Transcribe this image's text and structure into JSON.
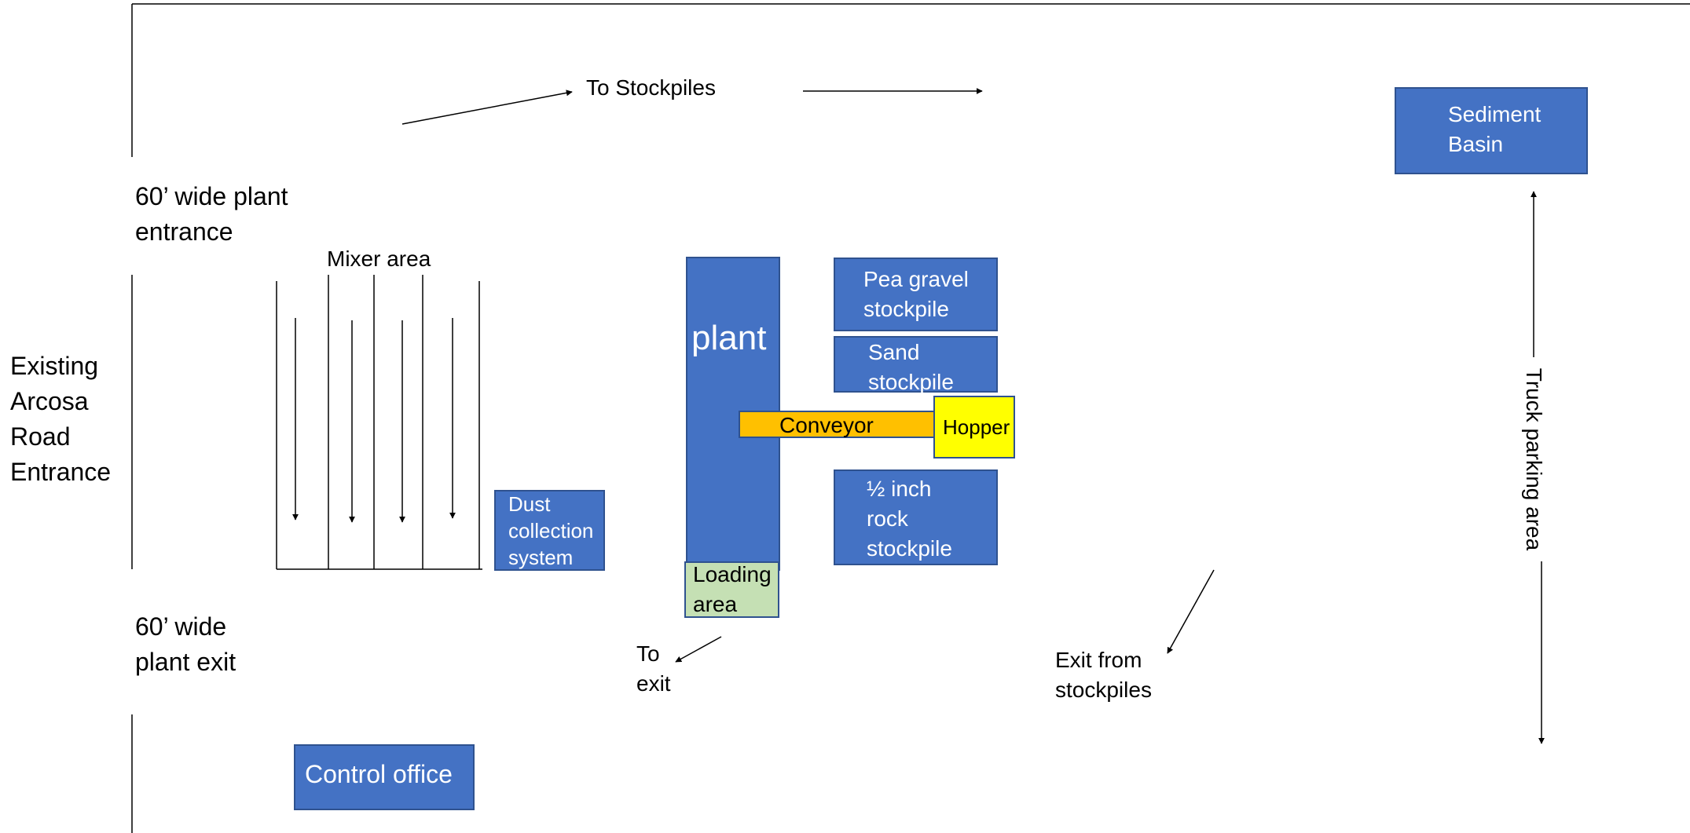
{
  "colors": {
    "box_fill": "#4472c4",
    "box_border": "#2f528f",
    "conveyor_fill": "#ffc000",
    "hopper_fill": "#ffff00",
    "loading_fill": "#c5e0b4",
    "line": "#000000"
  },
  "labels": {
    "road_entrance": "Existing\nArcosa\nRoad\nEntrance",
    "plant_entrance": "60’ wide plant\nentrance",
    "plant_exit": "60’ wide\nplant exit",
    "to_stockpiles": "To Stockpiles",
    "mixer_area": "Mixer area",
    "to_exit": "To\nexit",
    "exit_from_stockpiles": "Exit from\nstockpiles",
    "truck_parking_area": "Truck parking area"
  },
  "boxes": {
    "sediment_basin": "Sediment\nBasin",
    "plant": "plant",
    "pea_gravel_stockpile": "Pea gravel\nstockpile",
    "sand_stockpile": "Sand\nstockpile",
    "conveyor": "Conveyor",
    "hopper": "Hopper",
    "rock_stockpile": "½ inch\nrock\nstockpile",
    "dust_collection_system": "Dust\ncollection\nsystem",
    "loading_area": "Loading\narea",
    "control_office": "Control office"
  }
}
